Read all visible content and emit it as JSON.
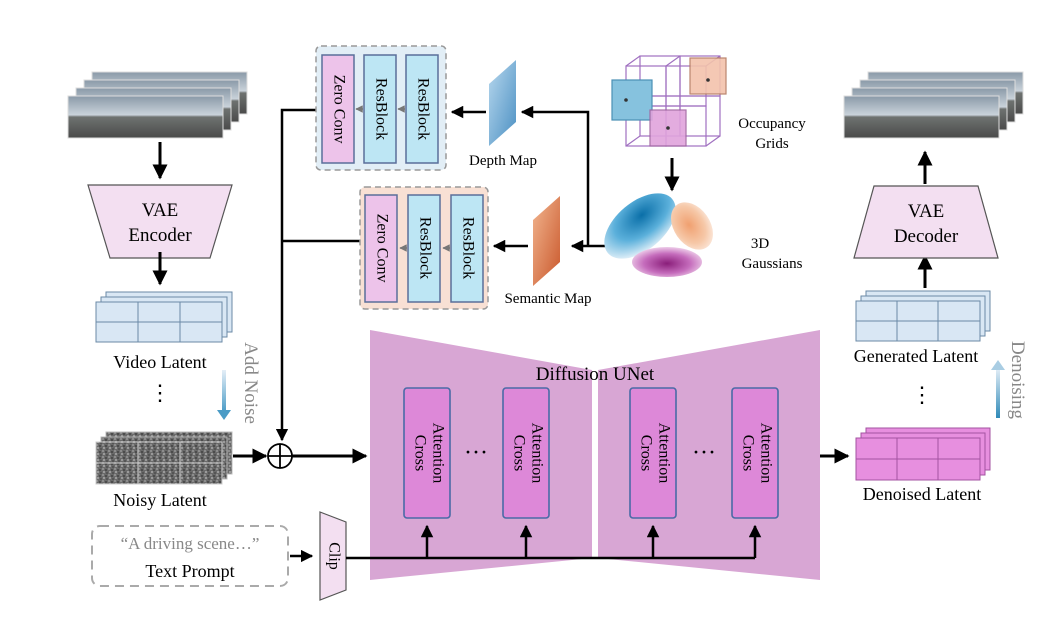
{
  "labels": {
    "vae_encoder_line1": "VAE",
    "vae_encoder_line2": "Encoder",
    "vae_decoder_line1": "VAE",
    "vae_decoder_line2": "Decoder",
    "video_latent": "Video Latent",
    "noisy_latent": "Noisy Latent",
    "add_noise": "Add Noise",
    "generated_latent": "Generated Latent",
    "denoised_latent": "Denoised Latent",
    "denoising": "Denoising",
    "zero_conv": "Zero Conv",
    "resblock": "ResBlock",
    "depth_map": "Depth Map",
    "semantic_map": "Semantic Map",
    "occupancy_line1": "Occupancy",
    "occupancy_line2": "Grids",
    "gaussians_line1": "3D",
    "gaussians_line2": "Gaussians",
    "diffusion_unet": "Diffusion UNet",
    "cross_line1": "Cross",
    "cross_line2": "Attention",
    "text_prompt_quote": "“A driving scene…”",
    "text_prompt": "Text Prompt",
    "clip": "Clip",
    "ellipsis_dots": "···",
    "vertical_dots": "⋮"
  },
  "colors": {
    "encoder_fill": "#f3dff1",
    "unet_fill": "#d8a6d4",
    "cross_fill": "#dd88d8",
    "resblock_fill": "#bde6f4",
    "zeroconv_fill": "#edc3ea",
    "depth_group_fill": "#e2eef6",
    "semantic_group_fill": "#f8e0d4",
    "latent_fill": "#d9e7f4",
    "denoised_fill": "#e78fdf"
  }
}
